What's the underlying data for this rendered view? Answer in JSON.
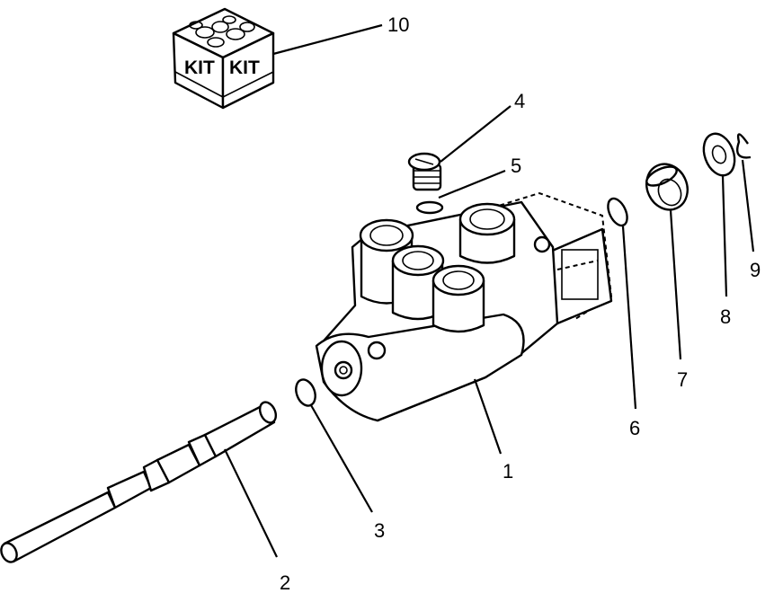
{
  "kit": {
    "text_left": "KIT",
    "text_right": "KIT"
  },
  "callouts": [
    {
      "id": "callout-1",
      "text": "1"
    },
    {
      "id": "callout-2",
      "text": "2"
    },
    {
      "id": "callout-3",
      "text": "3"
    },
    {
      "id": "callout-4",
      "text": "4"
    },
    {
      "id": "callout-5",
      "text": "5"
    },
    {
      "id": "callout-6",
      "text": "6"
    },
    {
      "id": "callout-7",
      "text": "7"
    },
    {
      "id": "callout-8",
      "text": "8"
    },
    {
      "id": "callout-9",
      "text": "9"
    },
    {
      "id": "callout-10",
      "text": "10"
    }
  ]
}
